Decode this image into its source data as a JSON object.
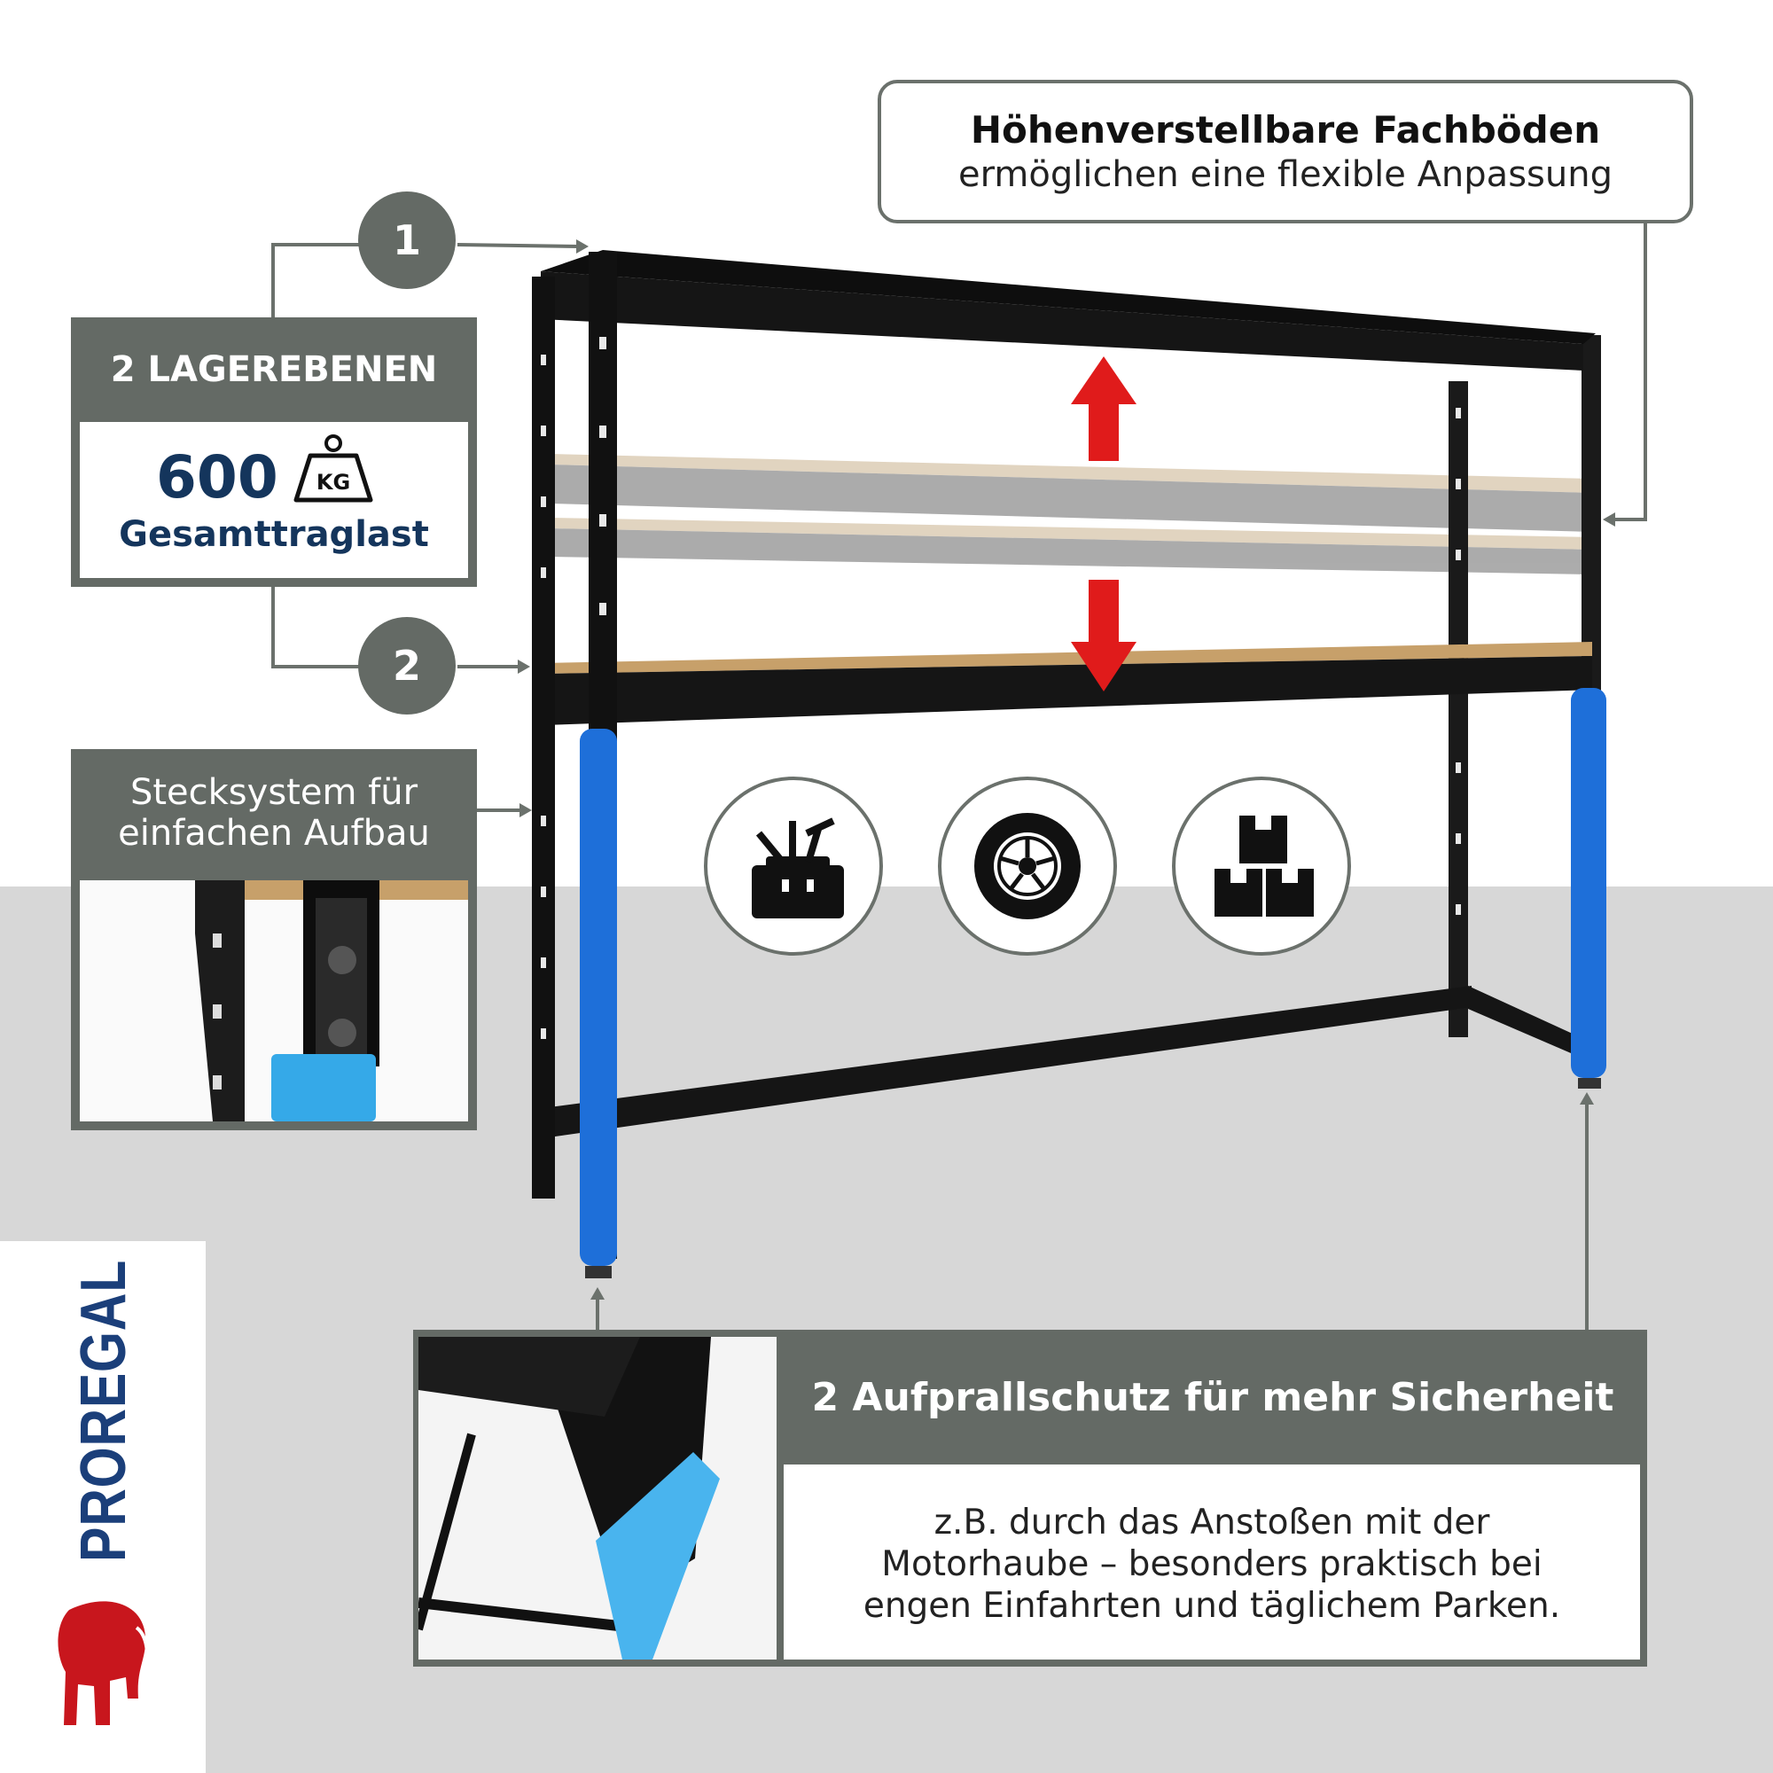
{
  "top_callout": {
    "title": "Höhenverstellbare Fachböden",
    "subtitle": "ermöglichen eine flexible Anpassung"
  },
  "badges": [
    "1",
    "2"
  ],
  "storage_box": {
    "title": "2 LAGEREBENEN",
    "weight_value": "600",
    "weight_unit": "KG",
    "weight_label": "Gesamttraglast"
  },
  "assembly_box": {
    "title_line1": "Stecksystem für",
    "title_line2": "einfachen Aufbau"
  },
  "protection_box": {
    "title": "2 Aufprallschutz für mehr Sicherheit",
    "body_line1": "z.B. durch das Anstoßen mit der",
    "body_line2": "Motorhaube – besonders praktisch bei",
    "body_line3": "engen Einfahrten und täglichem Parken."
  },
  "icons": [
    "toolbox-icon",
    "tire-icon",
    "boxes-icon"
  ],
  "brand": {
    "name": "PROREGAL",
    "logo": "elephant-logo"
  },
  "colors": {
    "panel_gray": "#646a65",
    "navy": "#14355c",
    "arrow_red": "#e01b1b",
    "bumper_blue": "#1e6fd9",
    "brand_red": "#c8161d",
    "brand_blue": "#1b3f7a"
  }
}
